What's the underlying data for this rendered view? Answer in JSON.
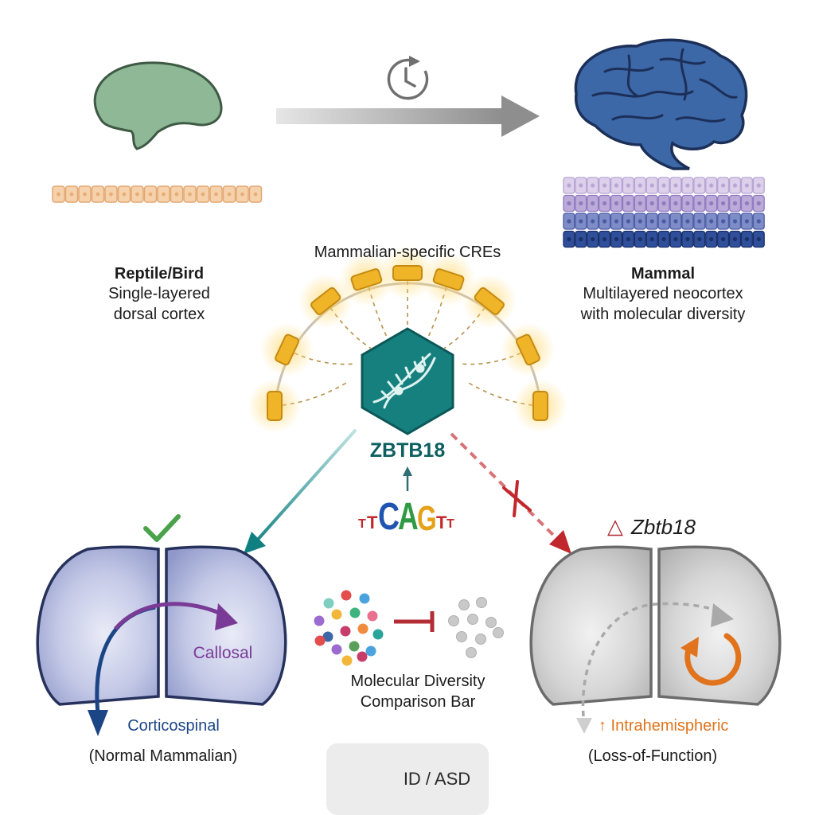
{
  "reptile": {
    "name": "Reptile/Bird",
    "desc_line1": "Single-layered",
    "desc_line2": "dorsal cortex"
  },
  "mammal": {
    "name": "Mammal",
    "desc_line1": "Multilayered neocortex",
    "desc_line2": "with molecular diversity"
  },
  "cres_title": "Mammalian-specific CREs",
  "gene_label": "ZBTB18",
  "motif_letters": [
    "T",
    "T",
    "C",
    "A",
    "G",
    "T",
    "T"
  ],
  "normal": {
    "callosal": "Callosal",
    "corticospinal": "Corticospinal",
    "caption": "(Normal Mammalian)"
  },
  "center": {
    "line1": "Molecular Diversity",
    "line2": "Comparison Bar"
  },
  "knockout": {
    "delta": "△",
    "gene": "Zbtb18",
    "intra": "↑ Intrahemispheric",
    "caption": "(Loss-of-Function)"
  },
  "disorder": "ID / ASD",
  "colors": {
    "reptile_green": "#8fb996",
    "mammal_blue": "#3d68a8",
    "hex_teal": "#16807f",
    "callosal_purple": "#7a3b96",
    "corticospinal_navy": "#1c4586",
    "knockout_red": "#c0282d",
    "intra_orange": "#e0731c",
    "cre_gold": "#f0b429"
  }
}
